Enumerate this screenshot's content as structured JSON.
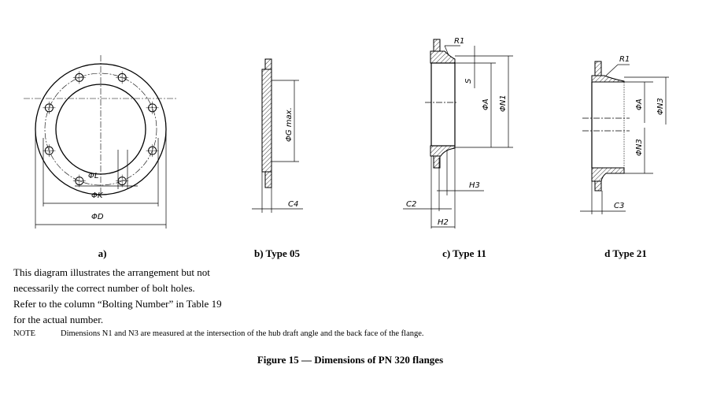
{
  "figure_a": {
    "caption": "a)",
    "dims": {
      "L": "ΦL",
      "K": "ΦK",
      "D": "ΦD"
    }
  },
  "figure_b": {
    "caption": "b) Type 05",
    "dims": {
      "G": "ΦG max.",
      "C4": "C4"
    }
  },
  "figure_c": {
    "caption": "c) Type 11",
    "dims": {
      "R1": "R1",
      "S": "S",
      "A": "ΦA",
      "N1": "ΦN1",
      "H3": "H3",
      "C2": "C2",
      "H2": "H2"
    }
  },
  "figure_d": {
    "caption": "d Type 21",
    "dims": {
      "R1": "R1",
      "A": "ΦA",
      "N3": "ΦN3",
      "N3b": "ΦN3",
      "C3": "C3"
    }
  },
  "description_lines": [
    "This diagram illustrates the arrangement but not",
    "necessarily the correct number of bolt holes.",
    "Refer to the column “Bolting Number” in Table 19",
    "for the actual number."
  ],
  "note": {
    "label": "NOTE",
    "text": "Dimensions N1 and N3 are measured at the intersection of the hub draft angle and the back face of the flange."
  },
  "figure_title": "Figure 15 — Dimensions of PN 320 flanges"
}
